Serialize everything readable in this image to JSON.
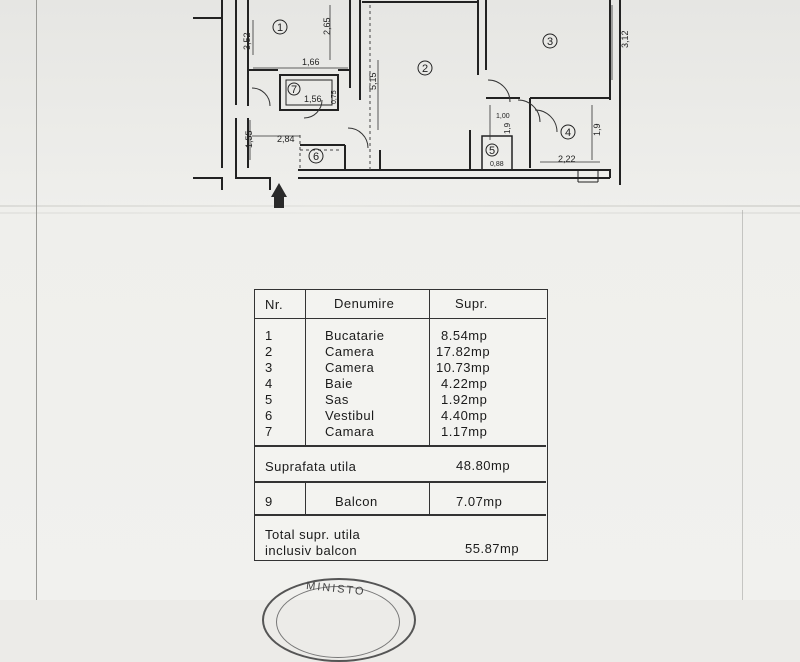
{
  "plan": {
    "rooms": [
      {
        "no": "1"
      },
      {
        "no": "2"
      },
      {
        "no": "3"
      },
      {
        "no": "4"
      },
      {
        "no": "5"
      },
      {
        "no": "6"
      },
      {
        "no": "7"
      }
    ],
    "dims": {
      "d352": "3,52",
      "d265": "2,65",
      "d166": "1,66",
      "d156": "1,56",
      "d075": "0,75",
      "d515": "5,15",
      "d155": "1,55",
      "d284": "2,84",
      "d312": "3,12",
      "d100": "1,00",
      "d19a": "1,9",
      "d19b": "1,9",
      "d088": "0,88",
      "d222": "2,22"
    }
  },
  "table": {
    "headers": {
      "nr": "Nr.",
      "name": "Denumire",
      "area": "Supr."
    },
    "rows": [
      {
        "nr": "1",
        "name": "Bucatarie",
        "area": "8.54mp"
      },
      {
        "nr": "2",
        "name": "Camera",
        "area": "17.82mp"
      },
      {
        "nr": "3",
        "name": "Camera",
        "area": "10.73mp"
      },
      {
        "nr": "4",
        "name": "Baie",
        "area": "4.22mp"
      },
      {
        "nr": "5",
        "name": "Sas",
        "area": "1.92mp"
      },
      {
        "nr": "6",
        "name": "Vestibul",
        "area": "4.40mp"
      },
      {
        "nr": "7",
        "name": "Camara",
        "area": "1.17mp"
      }
    ],
    "useful_label": "Suprafata utila",
    "useful_value": "48.80mp",
    "balcony": {
      "nr": "9",
      "name": "Balcon",
      "area": "7.07mp"
    },
    "total_label_1": "Total supr. utila",
    "total_label_2": "inclusiv balcon",
    "total_value": "55.87mp"
  },
  "stamp": {
    "text": "MINISTO"
  }
}
